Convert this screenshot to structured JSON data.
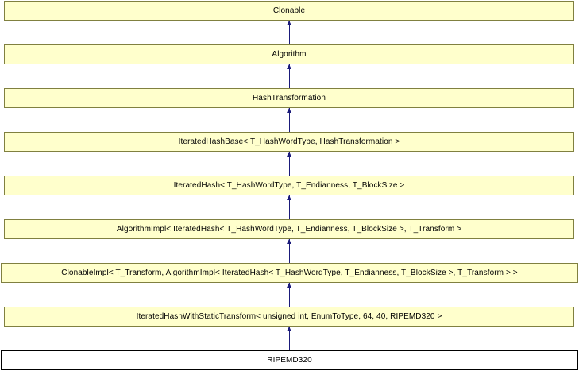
{
  "diagram": {
    "title": "RIPEMD320 inheritance diagram",
    "type": "uml-inheritance",
    "colors": {
      "node_fill": "#ffffcc",
      "node_border": "#808040",
      "leaf_fill": "#ffffff",
      "leaf_border": "#000000",
      "edge": "#1a1a7a",
      "background": "#ffffff",
      "text": "#000000"
    },
    "nodes": [
      {
        "label": "Clonable",
        "leaf": false
      },
      {
        "label": "Algorithm",
        "leaf": false
      },
      {
        "label": "HashTransformation",
        "leaf": false
      },
      {
        "label": "IteratedHashBase< T_HashWordType, HashTransformation >",
        "leaf": false
      },
      {
        "label": "IteratedHash< T_HashWordType, T_Endianness, T_BlockSize >",
        "leaf": false
      },
      {
        "label": "AlgorithmImpl< IteratedHash< T_HashWordType, T_Endianness, T_BlockSize >, T_Transform >",
        "leaf": false
      },
      {
        "label": "ClonableImpl< T_Transform, AlgorithmImpl< IteratedHash< T_HashWordType, T_Endianness, T_BlockSize >, T_Transform > >",
        "leaf": false
      },
      {
        "label": "IteratedHashWithStaticTransform< unsigned int, EnumToType, 64, 40, RIPEMD320 >",
        "leaf": false
      },
      {
        "label": "RIPEMD320",
        "leaf": true
      }
    ],
    "edges": [
      {
        "from": "Algorithm",
        "to": "Clonable"
      },
      {
        "from": "HashTransformation",
        "to": "Algorithm"
      },
      {
        "from": "IteratedHashBase< T_HashWordType, HashTransformation >",
        "to": "HashTransformation"
      },
      {
        "from": "IteratedHash< T_HashWordType, T_Endianness, T_BlockSize >",
        "to": "IteratedHashBase< T_HashWordType, HashTransformation >"
      },
      {
        "from": "AlgorithmImpl< IteratedHash< T_HashWordType, T_Endianness, T_BlockSize >, T_Transform >",
        "to": "IteratedHash< T_HashWordType, T_Endianness, T_BlockSize >"
      },
      {
        "from": "ClonableImpl< T_Transform, AlgorithmImpl< IteratedHash< T_HashWordType, T_Endianness, T_BlockSize >, T_Transform > >",
        "to": "AlgorithmImpl< IteratedHash< T_HashWordType, T_Endianness, T_BlockSize >, T_Transform >"
      },
      {
        "from": "IteratedHashWithStaticTransform< unsigned int, EnumToType, 64, 40, RIPEMD320 >",
        "to": "ClonableImpl< T_Transform, AlgorithmImpl< IteratedHash< T_HashWordType, T_Endianness, T_BlockSize >, T_Transform > >"
      },
      {
        "from": "RIPEMD320",
        "to": "IteratedHashWithStaticTransform< unsigned int, EnumToType, 64, 40, RIPEMD320 >"
      }
    ]
  }
}
